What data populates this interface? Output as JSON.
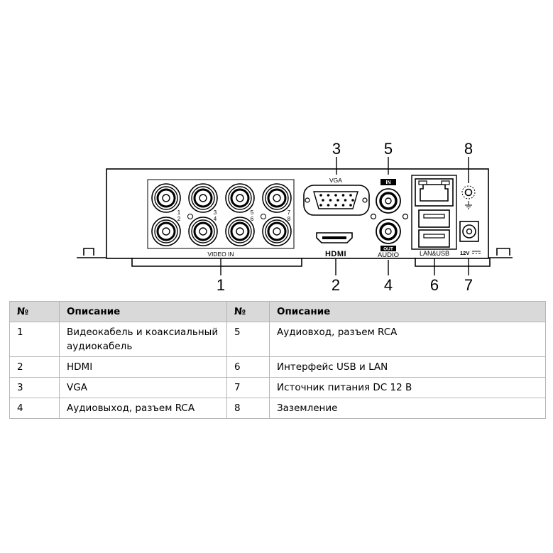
{
  "labels": {
    "video_in": "VIDEO IN",
    "vga": "VGA",
    "hdmi": "HDMI",
    "audio": "AUDIO",
    "audio_in": "IN",
    "audio_out": "OUT",
    "lan_usb": "LAN&USB",
    "power": "12V",
    "channels": [
      "1",
      "2",
      "3",
      "4",
      "5",
      "6",
      "7",
      "8"
    ]
  },
  "callouts": [
    "1",
    "2",
    "3",
    "4",
    "5",
    "6",
    "7",
    "8"
  ],
  "table": {
    "headers": [
      "№",
      "Описание",
      "№",
      "Описание"
    ],
    "rows": [
      {
        "n1": "1",
        "d1": "Видеокабель и коаксиальный аудиокабель",
        "n2": "5",
        "d2": "Аудиовход, разъем RCA"
      },
      {
        "n1": "2",
        "d1": "HDMI",
        "n2": "6",
        "d2": "Интерфейс USB и LAN"
      },
      {
        "n1": "3",
        "d1": "VGA",
        "n2": "7",
        "d2": "Источник питания DC 12 В"
      },
      {
        "n1": "4",
        "d1": "Аудиовыход, разъем RCA",
        "n2": "8",
        "d2": "Заземление"
      }
    ]
  }
}
